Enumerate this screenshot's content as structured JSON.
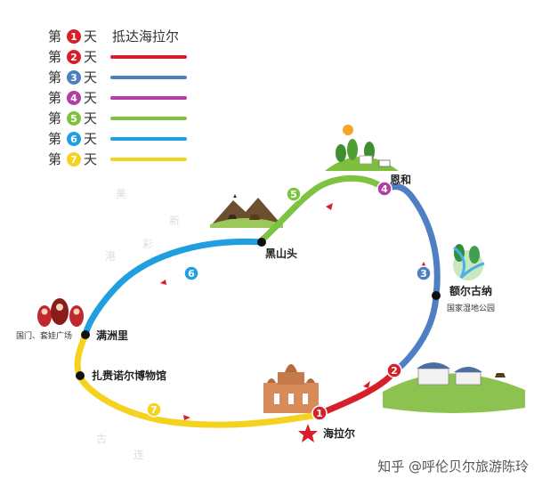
{
  "legend": {
    "prefix": "第",
    "suffix": "天",
    "items": [
      {
        "day": "1",
        "color": "#d71f2a",
        "text": "抵达海拉尔"
      },
      {
        "day": "2",
        "color": "#d71f2a",
        "text": ""
      },
      {
        "day": "3",
        "color": "#4f7fc2",
        "text": ""
      },
      {
        "day": "4",
        "color": "#b23ea4",
        "text": ""
      },
      {
        "day": "5",
        "color": "#7ec242",
        "text": ""
      },
      {
        "day": "6",
        "color": "#1f9ee0",
        "text": ""
      },
      {
        "day": "7",
        "color": "#f4d21f",
        "text": ""
      }
    ]
  },
  "places": {
    "hailaer": "海拉尔",
    "erguna": "额尔古纳",
    "erguna_sub": "国家湿地公园",
    "enhe": "恩和",
    "heishantou": "黑山头",
    "manzhouli": "满洲里",
    "manzhouli_sub": "国门、套娃广场",
    "museum": "扎赉诺尔博物馆"
  },
  "route_markers": [
    "1",
    "2",
    "3",
    "4",
    "5",
    "6",
    "7"
  ],
  "watermark": "知乎 @呼伦贝尔旅游陈玲",
  "colors": {
    "red": "#d71f2a",
    "steel_blue": "#4f7fc2",
    "purple": "#b23ea4",
    "green": "#7ec242",
    "sky_blue": "#1f9ee0",
    "yellow": "#f4d21f"
  }
}
